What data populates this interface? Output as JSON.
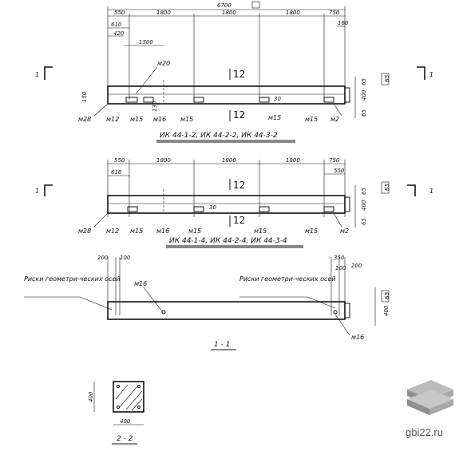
{
  "top_view": {
    "total_length": "6700",
    "dims_top": [
      "550",
      "1800",
      "1800",
      "1800",
      "750"
    ],
    "dims_sub": [
      "610",
      "420",
      "1500",
      "160"
    ],
    "labels_bottom": [
      "м28",
      "м12",
      "м15",
      "м16",
      "м15",
      "м15",
      "м15",
      "м2"
    ],
    "label_m20": "м20",
    "side_dims": [
      "150",
      "130",
      "30",
      "65",
      "400",
      "65"
    ],
    "box_mark": "Б5",
    "mark_12_top": "12",
    "mark_12_bottom": "12",
    "caption": "ИК 44-1-2, ИК 44-2-2, ИК 44-3-2",
    "section_mark": "1"
  },
  "middle_view": {
    "dims_top": [
      "550",
      "1800",
      "1800",
      "1800",
      "750"
    ],
    "dims_sub": [
      "610",
      "550"
    ],
    "labels_bottom": [
      "м28",
      "м12",
      "м15",
      "м16",
      "м15",
      "м15",
      "м15",
      "м2"
    ],
    "side_dims": [
      "65",
      "400",
      "65",
      "30"
    ],
    "box_mark": "Б5",
    "mark_12_top": "12",
    "mark_12_bottom": "12",
    "caption": "ИК 44-1-4, ИК 44-2-4, ИК 44-3-4",
    "section_mark": "1"
  },
  "section_1_1": {
    "dims_left": [
      "200",
      "100"
    ],
    "dims_right": [
      "350",
      "100",
      "200"
    ],
    "note_left": "Риски геометри-ческих осей",
    "note_right": "Риски геометри-ческих осей",
    "label_m16_top": "м16",
    "label_m16_bottom": "м16",
    "side_dim": "400",
    "box_mark": "Б5",
    "caption": "1 - 1"
  },
  "section_2_2": {
    "dim_height": "400",
    "dim_width": "400",
    "caption": "2 - 2"
  },
  "watermark": {
    "text": "gbi22.ru"
  }
}
